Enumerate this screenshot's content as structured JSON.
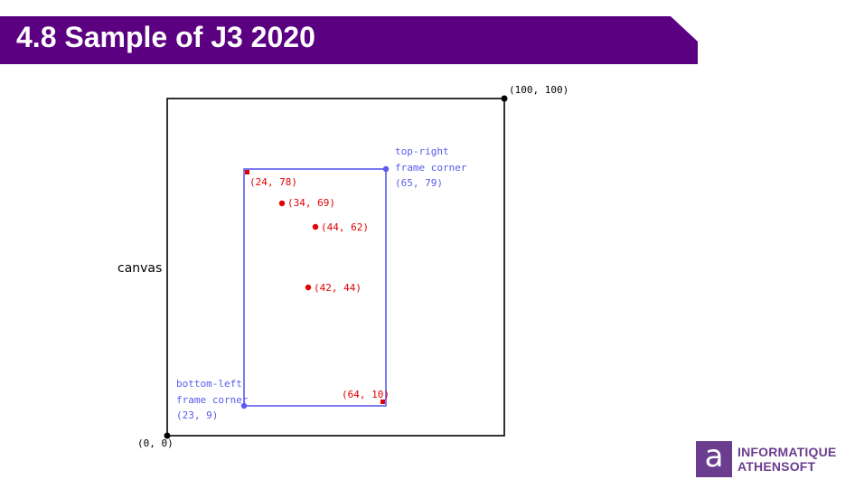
{
  "title": "4.8 Sample of J3 2020",
  "colors": {
    "banner": "#5b0080",
    "frame": "#5a5aee",
    "point": "#e00000",
    "canvas": "#000000",
    "logo": "#6a3d8f"
  },
  "canvas_label": "canvas",
  "canvas_corners": {
    "origin": "(0, 0)",
    "top_right": "(100, 100)"
  },
  "frame": {
    "top_right_label": [
      "top-right",
      "frame corner",
      "(65, 79)"
    ],
    "bottom_left_label": [
      "bottom-left",
      "frame corner",
      "(23, 9)"
    ]
  },
  "points": [
    {
      "label": "(24, 78)"
    },
    {
      "label": "(34, 69)"
    },
    {
      "label": "(44, 62)"
    },
    {
      "label": "(42, 44)"
    },
    {
      "label": "(64, 10)"
    }
  ],
  "logo": {
    "letter": "a",
    "line1": "INFORMATIQUE",
    "line2": "ATHENSOFT"
  }
}
